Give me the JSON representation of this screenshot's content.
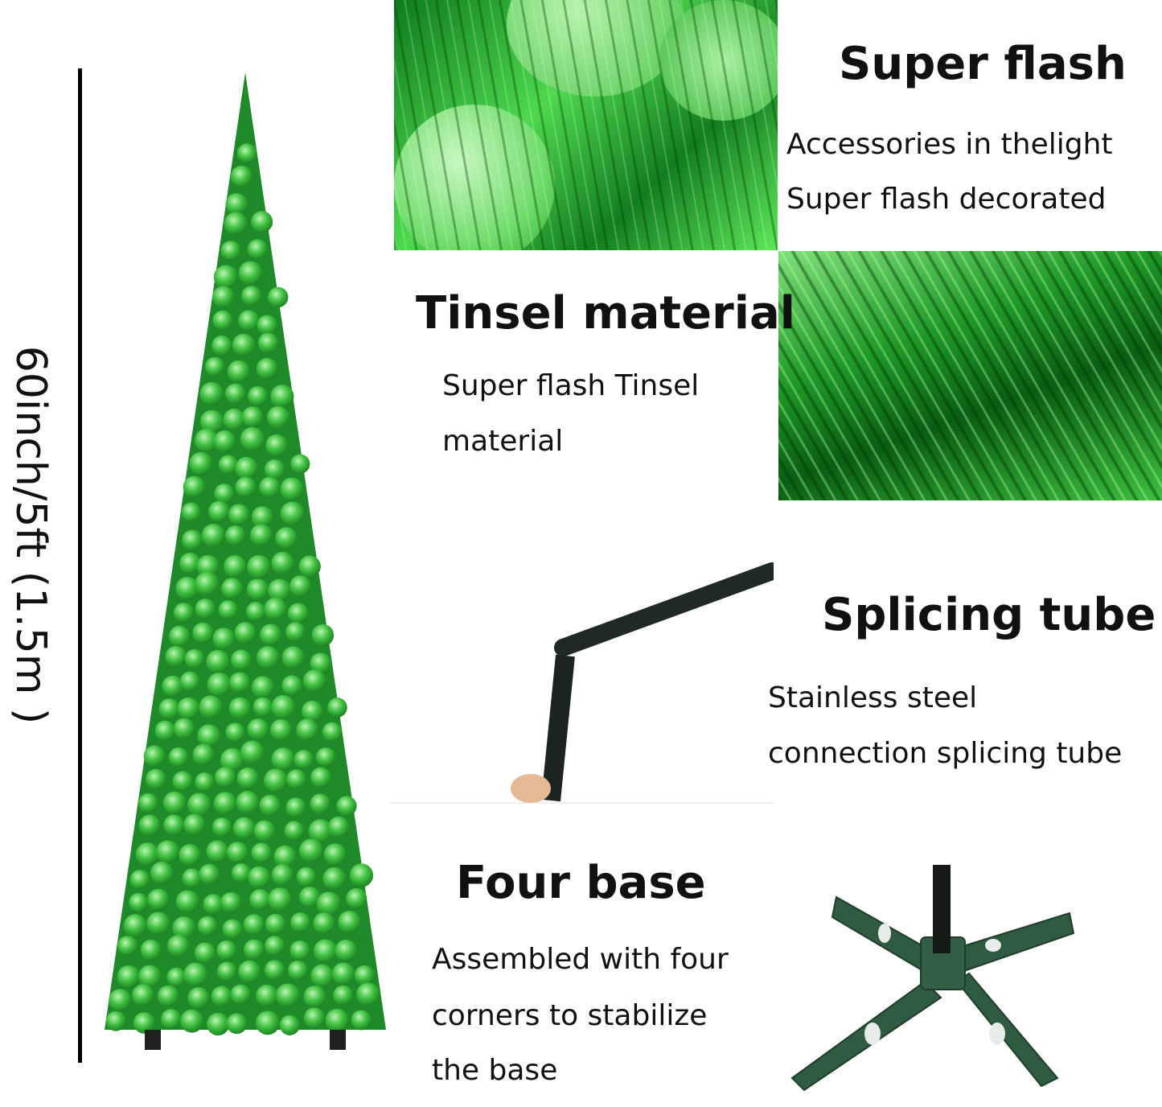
{
  "height_label": "60inch/5ft (1.5m )",
  "sections": {
    "super_flash": {
      "title": "Super flash",
      "lines": [
        "Accessories in thelight",
        "Super flash decorated"
      ]
    },
    "tinsel": {
      "title": "Tinsel material",
      "lines": [
        "Super flash Tinsel",
        "material"
      ]
    },
    "splicing": {
      "title": "Splicing tube",
      "lines": [
        "Stainless steel",
        "connection splicing tube"
      ]
    },
    "base": {
      "title": "Four base",
      "lines": [
        "Assembled with four",
        "corners to stabilize",
        "the base"
      ]
    }
  },
  "colors": {
    "tinsel_green": "#2fa82f",
    "light_green": "#8ee88e",
    "base_green": "#2e5a3e"
  }
}
